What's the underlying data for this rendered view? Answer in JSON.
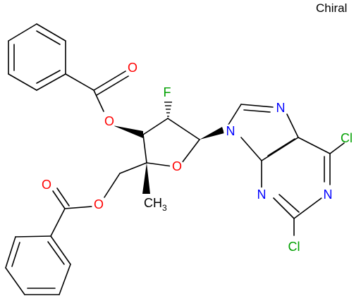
{
  "stereo_flag": "Chiral",
  "atoms": {
    "o_ring": "O",
    "f": "F",
    "n9": "N",
    "n7": "N",
    "n3": "N",
    "n1": "N",
    "cl6": "Cl",
    "cl2": "Cl",
    "o3_ester": "O",
    "o3_carbonyl": "O",
    "o5_ester": "O",
    "o5_carbonyl": "O",
    "methyl_c": "C",
    "methyl_h": "H",
    "methyl_count": "3"
  },
  "colors": {
    "oxygen": "#ff0000",
    "nitrogen": "#0000ff",
    "halogen": "#00a000",
    "carbon": "#000000"
  }
}
